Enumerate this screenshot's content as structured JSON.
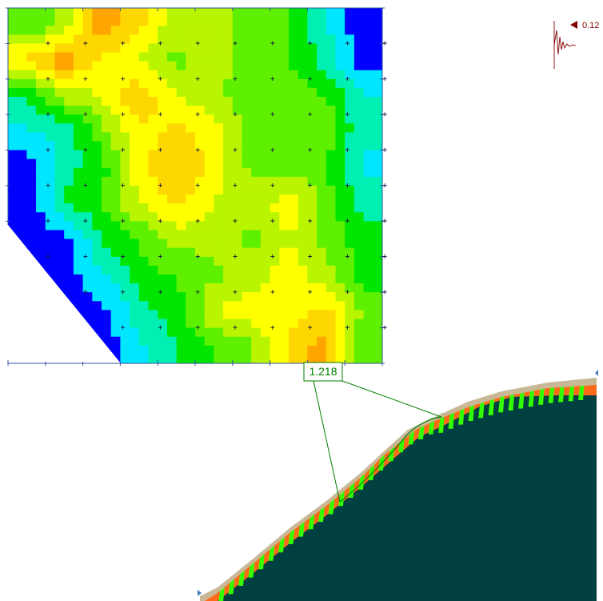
{
  "slip_circle_grid": {
    "nx": 10,
    "ny": 10,
    "grid_lines": "on",
    "values_rows_top_to_bottom": [
      [
        1.55,
        1.45,
        1.2,
        1.3,
        1.45,
        1.45,
        1.5,
        1.55,
        1.75,
        2.1
      ],
      [
        1.3,
        1.2,
        1.35,
        1.4,
        1.5,
        1.45,
        1.5,
        1.55,
        1.7,
        2.05
      ],
      [
        1.65,
        1.45,
        1.4,
        1.25,
        1.4,
        1.45,
        1.55,
        1.5,
        1.55,
        1.75
      ],
      [
        1.8,
        1.75,
        1.5,
        1.35,
        1.3,
        1.35,
        1.5,
        1.55,
        1.5,
        1.75
      ],
      [
        2.05,
        1.7,
        1.6,
        1.35,
        1.25,
        1.35,
        1.5,
        1.5,
        1.55,
        1.8
      ],
      [
        2.05,
        1.65,
        1.55,
        1.4,
        1.3,
        1.4,
        1.45,
        1.35,
        1.5,
        1.7
      ],
      [
        null,
        2.0,
        1.65,
        1.55,
        1.45,
        1.45,
        1.5,
        1.4,
        1.5,
        1.6
      ],
      [
        null,
        2.05,
        1.8,
        1.6,
        1.55,
        1.5,
        1.45,
        1.35,
        1.45,
        1.6
      ],
      [
        null,
        null,
        2.0,
        1.7,
        1.6,
        1.4,
        1.35,
        1.35,
        1.3,
        1.5
      ],
      [
        null,
        null,
        null,
        1.8,
        1.65,
        1.55,
        1.5,
        1.3,
        1.22,
        1.55
      ]
    ],
    "colors": {
      "c1": "#ffa500",
      "c2": "#ffd700",
      "c3": "#ffff00",
      "c4": "#b9f500",
      "c5": "#5ff000",
      "c6": "#00e600",
      "c7": "#00f0b4",
      "c8": "#00e6ff",
      "c9": "#0000ff"
    }
  },
  "min_fs_label": "1.218",
  "load_label": "0.12",
  "slope": {
    "colors": {
      "bedrock": "#004040",
      "weak_layer": "#ff6a1a",
      "surface_soil": "#c8b896",
      "stripe": "#33ff00",
      "slip_surface": "#008000",
      "label_border": "#008000",
      "load_arrow": "#800000"
    }
  }
}
